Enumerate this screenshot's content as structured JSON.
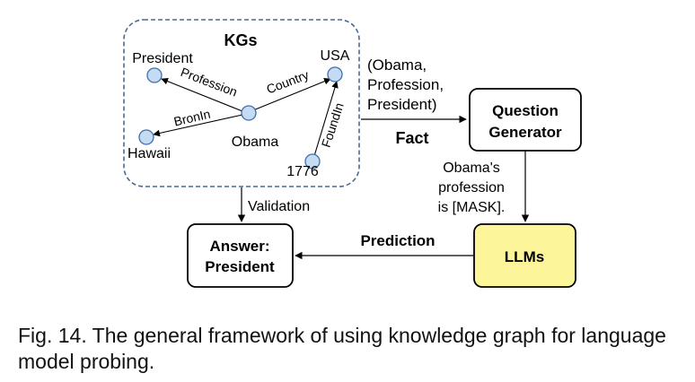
{
  "kg": {
    "title": "KGs",
    "nodes": {
      "president": "President",
      "usa": "USA",
      "obama": "Obama",
      "hawaii": "Hawaii",
      "year": "1776"
    },
    "edges": {
      "profession": "Profession",
      "country": "Country",
      "bornin": "BronIn",
      "foundin": "FoundIn"
    }
  },
  "fact": {
    "triple": [
      "(Obama,",
      "Profession,",
      "President)"
    ],
    "label": "Fact"
  },
  "question_generator": {
    "lines": [
      "Question",
      "Generator"
    ]
  },
  "question": {
    "lines": [
      "Obama's",
      "profession",
      "is [MASK]."
    ]
  },
  "llm": {
    "label": "LLMs"
  },
  "prediction": {
    "label": "Prediction"
  },
  "answer": {
    "lines": [
      "Answer:",
      "President"
    ]
  },
  "validation": {
    "label": "Validation"
  },
  "caption": "Fig. 14. The general framework of using knowledge graph for language model probing.",
  "colors": {
    "node_fill": "#c5daf3",
    "node_stroke": "#3f6fa8",
    "kg_border": "#4a6a8e",
    "llm_fill": "#fdf59a"
  }
}
